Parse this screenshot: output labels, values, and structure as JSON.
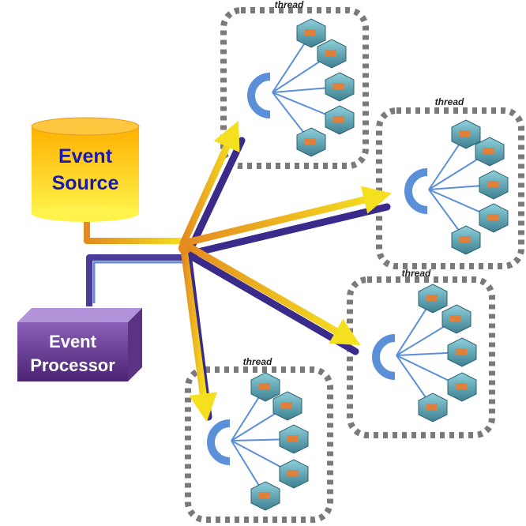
{
  "event_source": {
    "line1": "Event",
    "line2": "Source"
  },
  "event_processor": {
    "line1": "Event",
    "line2": "Processor"
  },
  "threads": [
    {
      "label": "thread"
    },
    {
      "label": "thread"
    },
    {
      "label": "thread"
    },
    {
      "label": "thread"
    }
  ],
  "colors": {
    "source_top": "#ffb000",
    "source_bottom": "#fff24a",
    "processor_top": "#8a60b8",
    "processor_bottom": "#4b2373",
    "flow_yellow": "#f5e020",
    "flow_orange": "#e48a20",
    "flow_purple": "#3a2a8a",
    "flow_blue": "#5a78c8",
    "loop": "#5b8fd8",
    "hex": "#5b9aa8",
    "thread_border": "#7a7a7a"
  }
}
